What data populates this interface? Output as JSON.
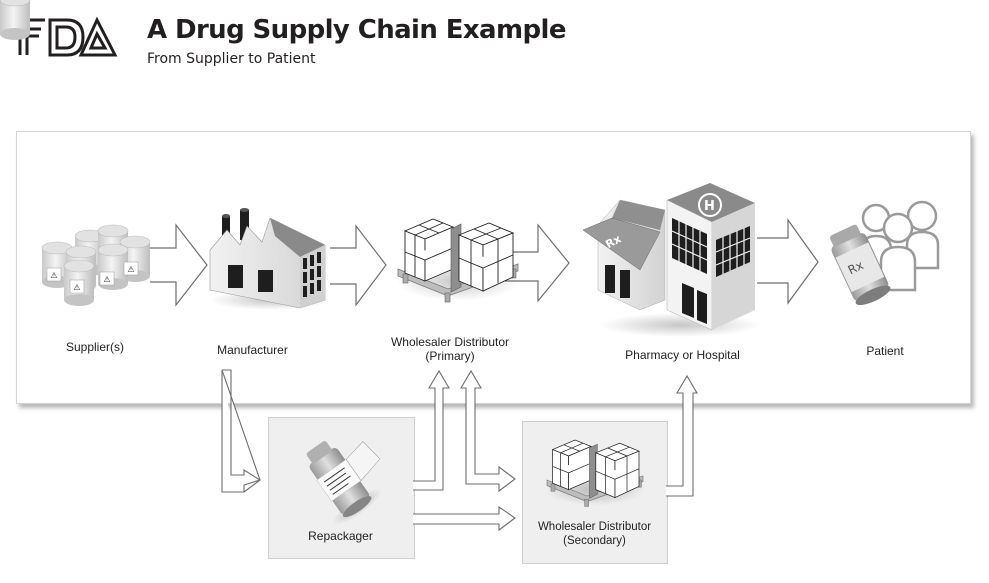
{
  "header": {
    "logo_text": "FDA",
    "title": "A Drug Supply Chain Example",
    "subtitle": "From Supplier to Patient"
  },
  "nodes": {
    "supplier": {
      "label": "Supplier(s)",
      "icon": "drum-barrels-icon"
    },
    "manufacturer": {
      "label": "Manufacturer",
      "icon": "factory-icon"
    },
    "wholesaler_primary": {
      "label_line1": "Wholesaler Distributor",
      "label_line2": "(Primary)",
      "icon": "pallet-boxes-icon"
    },
    "pharmacy_hospital": {
      "label": "Pharmacy or Hospital",
      "icon": "pharmacy-hospital-buildings-icon",
      "pharmacy_sign": "Rx",
      "hospital_sign": "H"
    },
    "patient": {
      "label": "Patient",
      "icon": "patients-with-rx-bottle-icon",
      "bottle_label": "Rx"
    },
    "repackager": {
      "label": "Repackager",
      "icon": "relabeled-bottle-icon"
    },
    "wholesaler_secondary": {
      "label_line1": "Wholesaler Distributor",
      "label_line2": "(Secondary)",
      "icon": "pallet-boxes-icon"
    }
  },
  "flows": [
    {
      "from": "Supplier(s)",
      "to": "Manufacturer"
    },
    {
      "from": "Manufacturer",
      "to": "Wholesaler Distributor (Primary)"
    },
    {
      "from": "Wholesaler Distributor (Primary)",
      "to": "Pharmacy or Hospital"
    },
    {
      "from": "Pharmacy or Hospital",
      "to": "Patient"
    },
    {
      "from": "Manufacturer",
      "to": "Repackager"
    },
    {
      "from": "Repackager",
      "to": "Wholesaler Distributor (Primary)"
    },
    {
      "from": "Repackager",
      "to": "Wholesaler Distributor (Secondary)"
    },
    {
      "from": "Wholesaler Distributor (Primary)",
      "to": "Wholesaler Distributor (Secondary)",
      "bidirectional": true
    },
    {
      "from": "Wholesaler Distributor (Secondary)",
      "to": "Pharmacy or Hospital"
    }
  ],
  "colors": {
    "arrow_stroke": "#6d6d6d",
    "panel_border": "#d4d4d4",
    "sub_box_fill": "#efefef",
    "icon_dark": "#1e1e1e",
    "icon_mid": "#8a8a8a",
    "icon_light": "#e6e6e6"
  }
}
